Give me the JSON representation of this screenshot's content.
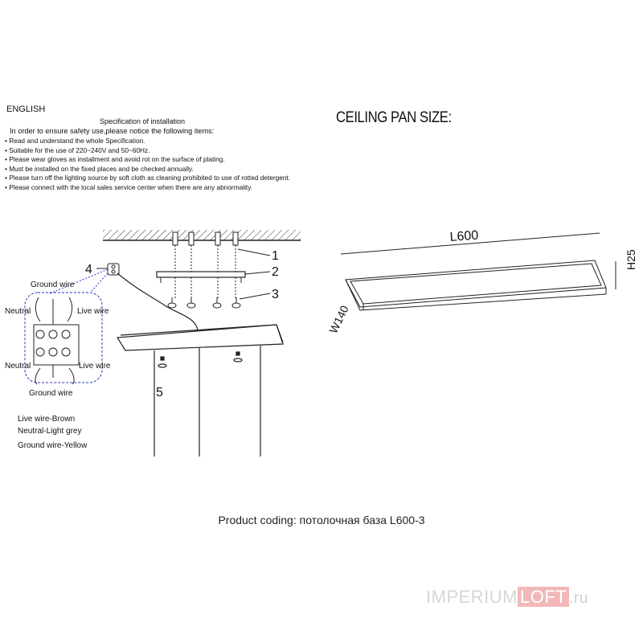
{
  "header": {
    "language": "ENGLISH",
    "spec_title": "Specification of installation",
    "spec_intro": "In order to ensure safety use,please notice the following items:",
    "spec_items": [
      "• Read and understand the whole Specification.",
      "• Suitable for the use of 220~240V and 50~60Hz.",
      "• Please wear gloves as installment and avoid rot on the surface of plating.",
      "• Must be installed on the fixed places and be checked annually.",
      "• Please turn off the lighting source by soft cloth as cleaning prohibited to use of rotted detergent.",
      "• Please connect with the local sales service center when there are any abnormality."
    ],
    "pan_title": "CEILING PAN SIZE:"
  },
  "diagram": {
    "callouts": {
      "c1": "1",
      "c2": "2",
      "c3": "3",
      "c4": "4",
      "c5": "5"
    },
    "wiring": {
      "ground_top": "Ground wire",
      "neutral_top": "Neutral",
      "live_top": "Live wire",
      "neutral_bottom": "Neutral",
      "live_bottom": "Live wire",
      "ground_bottom": "Ground wire"
    },
    "legend": {
      "live": "Live wire-Brown",
      "neutral": "Neutral-Light grey",
      "ground": "Ground wire-Yellow"
    },
    "pan_dims": {
      "length": "L600",
      "height": "H25",
      "width": "W140"
    }
  },
  "footer": {
    "coding": "Product coding: потолочная база L600-3"
  },
  "watermark": {
    "brand": "IMPERIUM",
    "brand2": "LOFT",
    "tld": ".ru",
    "accent": "#e08a8a"
  }
}
